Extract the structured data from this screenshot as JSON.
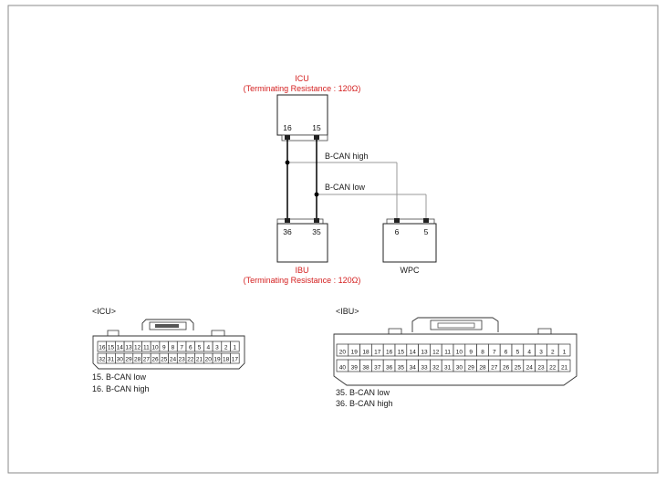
{
  "modules": {
    "icu": {
      "name": "ICU",
      "note": "(Terminating Resistance : 120Ω)",
      "pins": [
        "16",
        "15"
      ]
    },
    "ibu": {
      "name": "IBU",
      "note": "(Terminating Resistance : 120Ω)",
      "pins": [
        "36",
        "35"
      ]
    },
    "wpc": {
      "name": "WPC",
      "pins": [
        "6",
        "5"
      ]
    }
  },
  "wires": {
    "high": "B-CAN high",
    "low": "B-CAN low"
  },
  "connectors": {
    "icu": {
      "title": "<ICU>",
      "row1": [
        "16",
        "15",
        "14",
        "13",
        "12",
        "11",
        "10",
        "9",
        "8",
        "7",
        "6",
        "5",
        "4",
        "3",
        "2",
        "1"
      ],
      "row2": [
        "32",
        "31",
        "30",
        "29",
        "28",
        "27",
        "26",
        "25",
        "24",
        "23",
        "22",
        "21",
        "20",
        "19",
        "18",
        "17"
      ],
      "legend": [
        "15. B-CAN low",
        "16. B-CAN high"
      ]
    },
    "ibu": {
      "title": "<IBU>",
      "row1": [
        "20",
        "19",
        "18",
        "17",
        "16",
        "15",
        "14",
        "13",
        "12",
        "11",
        "10",
        "9",
        "8",
        "7",
        "6",
        "5",
        "4",
        "3",
        "2",
        "1"
      ],
      "row2": [
        "40",
        "39",
        "38",
        "37",
        "36",
        "35",
        "34",
        "33",
        "32",
        "31",
        "30",
        "29",
        "28",
        "27",
        "26",
        "25",
        "24",
        "23",
        "22",
        "21"
      ],
      "legend": [
        "35. B-CAN low",
        "36. B-CAN high"
      ]
    }
  }
}
